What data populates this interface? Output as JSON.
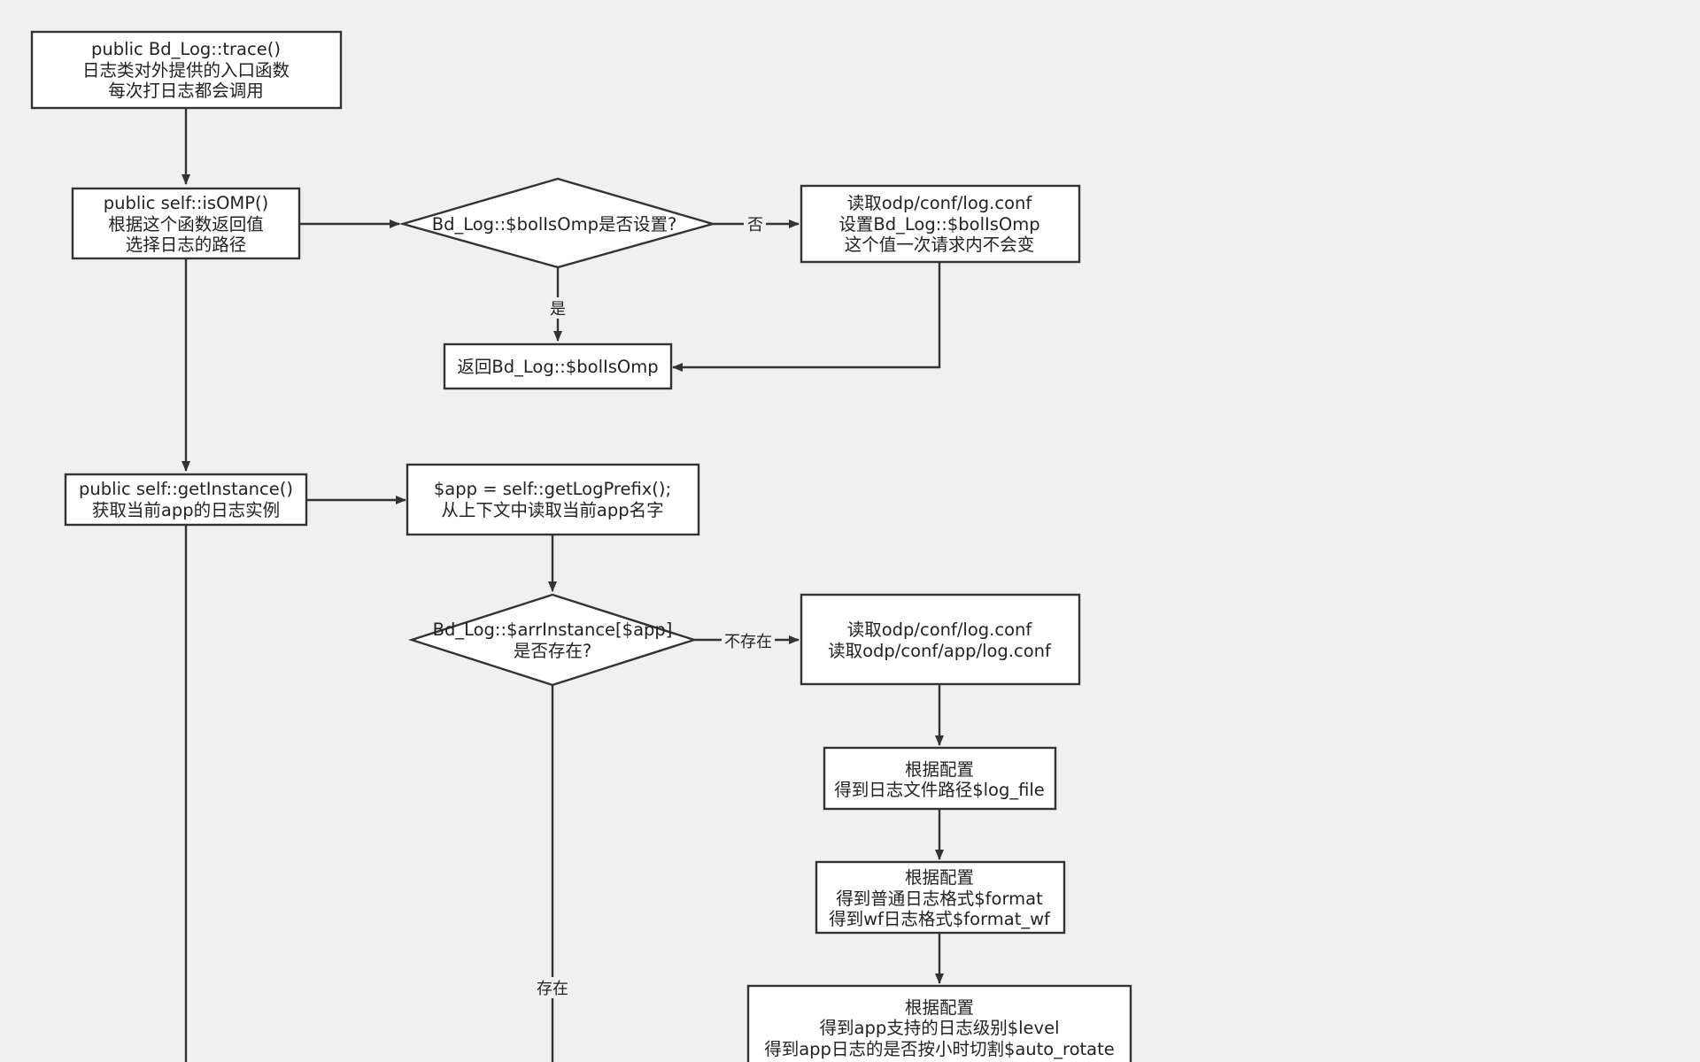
{
  "nodes": {
    "trace": {
      "lines": [
        "public Bd_Log::trace()",
        "日志类对外提供的入口函数",
        "每次打日志都会调用"
      ]
    },
    "isomp": {
      "lines": [
        "public self::isOMP()",
        "根据这个函数返回值",
        "选择日志的路径"
      ]
    },
    "isomp_set": {
      "lines": [
        "Bd_Log::$bolIsOmp是否设置?"
      ]
    },
    "read_conf_omp": {
      "lines": [
        "读取odp/conf/log.conf",
        "设置Bd_Log::$bolIsOmp",
        "这个值一次请求内不会变"
      ]
    },
    "return_omp": {
      "lines": [
        "返回Bd_Log::$bolIsOmp"
      ]
    },
    "get_instance": {
      "lines": [
        "public self::getInstance()",
        "获取当前app的日志实例"
      ]
    },
    "get_prefix": {
      "lines": [
        "$app = self::getLogPrefix();",
        "从上下文中读取当前app名字"
      ]
    },
    "instance_exists": {
      "lines": [
        "Bd_Log::$arrInstance[$app]",
        "是否存在?"
      ]
    },
    "read_conf_app": {
      "lines": [
        "读取odp/conf/log.conf",
        "读取odp/conf/app/log.conf"
      ]
    },
    "log_file": {
      "lines": [
        "根据配置",
        "得到日志文件路径$log_file"
      ]
    },
    "format": {
      "lines": [
        "根据配置",
        "得到普通日志格式$format",
        "得到wf日志格式$format_wf"
      ]
    },
    "level": {
      "lines": [
        "根据配置",
        "得到app支持的日志级别$level",
        "得到app日志的是否按小时切割$auto_rotate"
      ]
    }
  },
  "edge_labels": {
    "no": "否",
    "yes": "是",
    "not_exist": "不存在",
    "exist": "存在"
  }
}
